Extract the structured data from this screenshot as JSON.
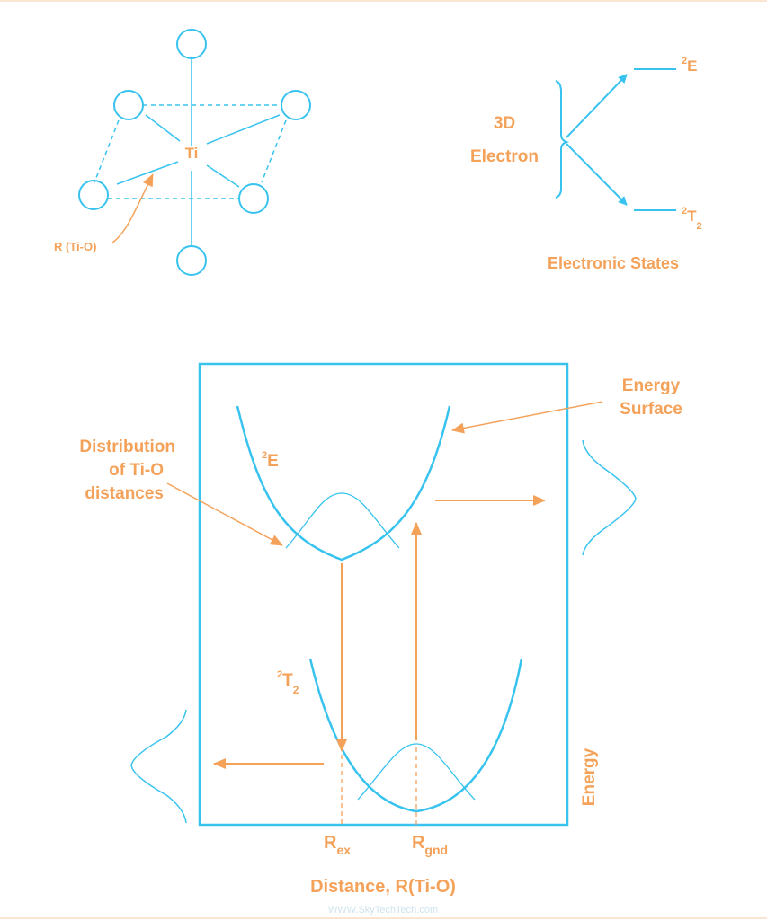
{
  "colors": {
    "blue": "#38c3ef",
    "orange": "#f4a25a",
    "watermark": "#cfe3ee"
  },
  "molecule": {
    "center_label": "Ti",
    "bond_label": "R (Ti-O)"
  },
  "electronic_states": {
    "source_line1": "3D",
    "source_line2": "Electron",
    "upper_state_sup": "2",
    "upper_state": "E",
    "lower_state_sup": "2",
    "lower_state": "T",
    "lower_state_sub": "2",
    "caption": "Electronic States"
  },
  "energy_diagram": {
    "upper_curve_sup": "2",
    "upper_curve": "E",
    "lower_curve_sup": "2",
    "lower_curve": "T",
    "lower_curve_sub": "2",
    "energy_surface_line1": "Energy",
    "energy_surface_line2": "Surface",
    "distribution_line1": "Distribution",
    "distribution_line2": "of Ti-O",
    "distribution_line3": "distances",
    "r_ex": "R",
    "r_ex_sub": "ex",
    "r_gnd": "R",
    "r_gnd_sub": "gnd",
    "y_axis_label": "Energy",
    "x_axis_label": "Distance, R(Ti-O)"
  },
  "watermark": "WWW.SkyTechTech.com"
}
